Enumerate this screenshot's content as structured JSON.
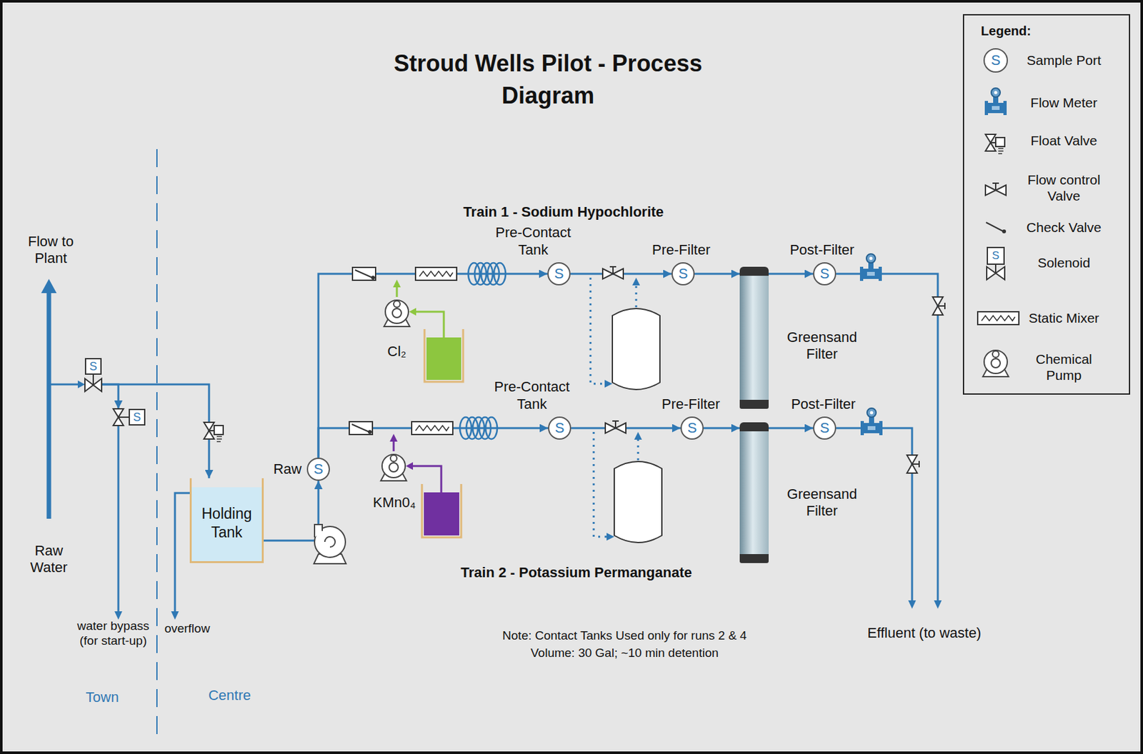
{
  "diagram": {
    "title": "Stroud Wells Pilot - Process Diagram",
    "nodes": [
      {
        "text": [
          "Holding Tank"
        ]
      },
      {
        "text": [
          "S",
          "Raw"
        ]
      },
      {
        "text": [
          "S",
          "Pre-Contact Tank"
        ]
      },
      {
        "text": [
          "S",
          "Pre-Filter"
        ]
      },
      {
        "text": [
          "Greensand Filter"
        ]
      },
      {
        "text": [
          "S",
          "Post-Filter"
        ]
      },
      {
        "text": [
          "S",
          "Pre-Contact Tank"
        ]
      },
      {
        "text": [
          "S",
          "Pre-Filter"
        ]
      },
      {
        "text": [
          "Greensand Filter"
        ]
      },
      {
        "text": [
          "S",
          "Post-Filter"
        ]
      },
      {
        "text": [
          "S"
        ]
      },
      {
        "text": [
          "S"
        ]
      }
    ],
    "edges": [
      {
        "from": 0,
        "to": 1,
        "arrow": "to"
      },
      {
        "from": 1,
        "to": 2,
        "arrow": "to"
      },
      {
        "from": 1,
        "to": 6,
        "arrow": "to"
      },
      {
        "from": 2,
        "to": 3,
        "arrow": "to"
      },
      {
        "from": 3,
        "to": 4,
        "arrow": "to"
      },
      {
        "from": 4,
        "to": 5,
        "arrow": "to"
      },
      {
        "from": 6,
        "to": 7,
        "arrow": "to"
      },
      {
        "from": 7,
        "to": 8,
        "arrow": "to"
      },
      {
        "from": 8,
        "to": 9,
        "arrow": "to"
      },
      {
        "from": 10,
        "to": 0,
        "arrow": "to"
      },
      {
        "from": 10,
        "to": 11,
        "arrow": "to"
      }
    ],
    "labels": [
      "Flow to Plant",
      "Raw Water",
      "water bypass (for start-up)",
      "overflow",
      "Town",
      "Centre",
      "Train 1 - Sodium Hypochlorite",
      "Cl₂",
      "KMn0₄",
      "Train 2 - Potassium Permanganate",
      "Note: Contact Tanks Used only for runs 2 & 4",
      "Volume: 30 Gal; ~10 min detention",
      "Effluent (to waste)",
      "Legend:",
      "S",
      "S"
    ],
    "legend": [
      {
        "text": "Sample Port"
      },
      {
        "text": "Flow Meter"
      },
      {
        "text": "Float Valve"
      },
      {
        "text": "Flow control Valve"
      },
      {
        "text": "Check Valve"
      },
      {
        "text": "Solenoid"
      },
      {
        "text": "Static Mixer"
      },
      {
        "text": "Chemical Pump"
      }
    ]
  }
}
